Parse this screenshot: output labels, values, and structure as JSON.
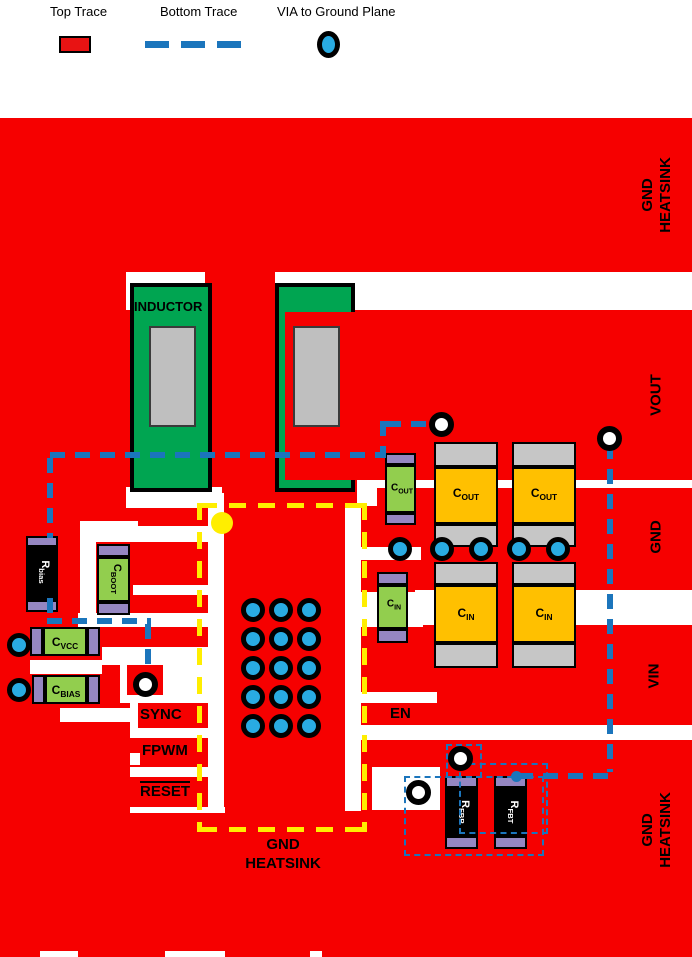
{
  "legend": {
    "top_trace": "Top Trace",
    "bottom_trace": "Bottom Trace",
    "via_label": "VIA to Ground Plane"
  },
  "labels": {
    "inductor": "INDUCTOR",
    "gnd": "GND",
    "heatsink": "HEATSINK",
    "vout": "VOUT",
    "vin": "VIN",
    "sync": "SYNC",
    "fpwm": "FPWM",
    "reset": "RESET",
    "en": "EN"
  },
  "components": {
    "rbias": {
      "main": "R",
      "sub": "bias"
    },
    "cboot": {
      "main": "C",
      "sub": "BOOT"
    },
    "cvcc": {
      "main": "C",
      "sub": "VCC"
    },
    "cbias": {
      "main": "C",
      "sub": "BIAS"
    },
    "cout": {
      "main": "C",
      "sub": "OUT"
    },
    "cin": {
      "main": "C",
      "sub": "IN"
    },
    "rfbb": {
      "main": "R",
      "sub": "FBB"
    },
    "rfbt": {
      "main": "R",
      "sub": "FBT"
    }
  },
  "colors": {
    "board_red": "#F60000",
    "trace_blue": "#1B75BC",
    "via_blue": "#29ABE2",
    "heatsink_yellow": "#FFEE00",
    "inductor_green": "#00A551",
    "cap_green": "#92CE4E",
    "pad_purple": "#9586C1",
    "cap_orange": "#FFC000",
    "pad_gray": "#C6C6C6"
  }
}
